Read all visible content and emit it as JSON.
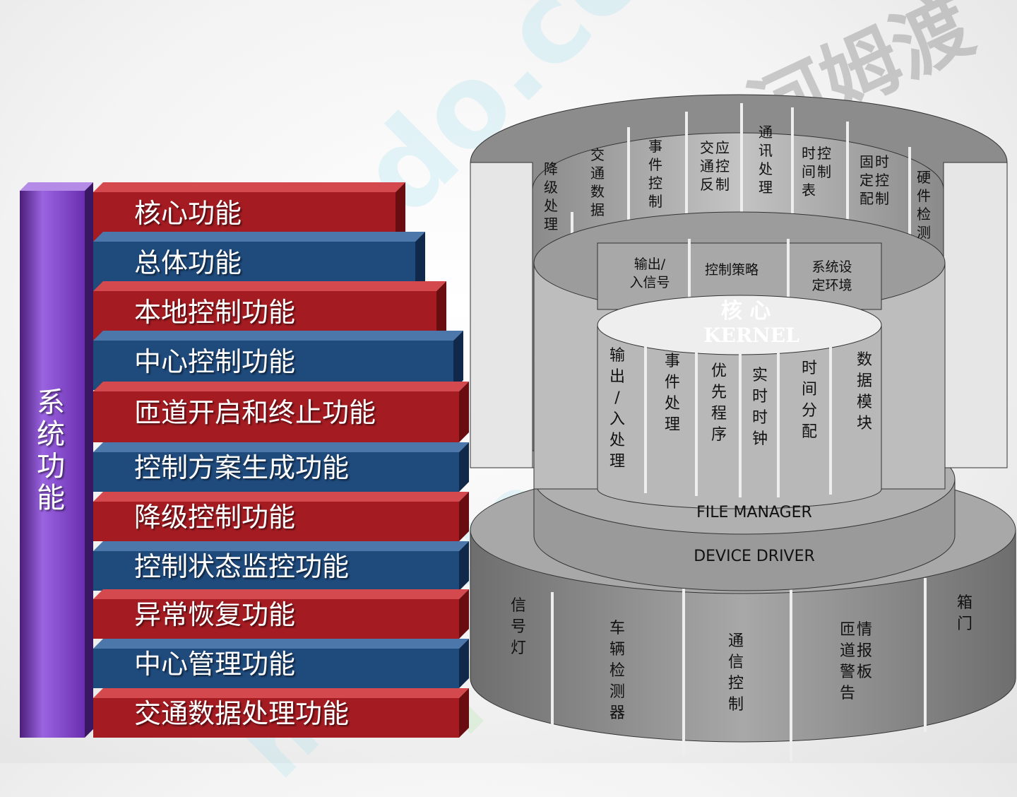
{
  "watermarks": {
    "w1": "homedo.com",
    "w2": "homedo.com",
    "w3": "河姆渡",
    "w4": "homedo.com"
  },
  "colors": {
    "red": "#a41c22",
    "blue": "#1f4a7c",
    "purple": "#7a3db8",
    "cylinder_gray": "#8e8e8e"
  },
  "left_diagram": {
    "pillar_label": "系统功能",
    "items": [
      {
        "label": "核心功能",
        "color": "red"
      },
      {
        "label": "总体功能",
        "color": "blue"
      },
      {
        "label": "本地控制功能",
        "color": "red"
      },
      {
        "label": "中心控制功能",
        "color": "blue"
      },
      {
        "label": "匝道开启和终止功能",
        "color": "red"
      },
      {
        "label": "控制方案生成功能",
        "color": "blue"
      },
      {
        "label": "降级控制功能",
        "color": "red"
      },
      {
        "label": "控制状态监控功能",
        "color": "blue"
      },
      {
        "label": "异常恢复功能",
        "color": "red"
      },
      {
        "label": "中心管理功能",
        "color": "blue"
      },
      {
        "label": "交通数据处理功能",
        "color": "red"
      }
    ]
  },
  "right_diagram": {
    "kernel_cn": "核 心",
    "kernel_en": "KERNEL",
    "file_manager": "FILE MANAGER",
    "device_driver": "DEVICE DRIVER",
    "outer_ring": [
      "降级处理",
      "交通数据",
      "事件控制",
      "交通反应控制",
      "通讯处理",
      "时间表控制",
      "固定配时控制",
      "硬件检测"
    ],
    "middle_ring": [
      "输出/入信号",
      "控制策略",
      "系统设定环境"
    ],
    "inner_ring": [
      "输出/入处理",
      "事件处理",
      "优先程序",
      "实时时钟",
      "时间分配",
      "数据模块"
    ],
    "base_ring": [
      "信号灯",
      "车辆检测器",
      "通信控制",
      "匝道警告情报板",
      "箱门"
    ]
  }
}
